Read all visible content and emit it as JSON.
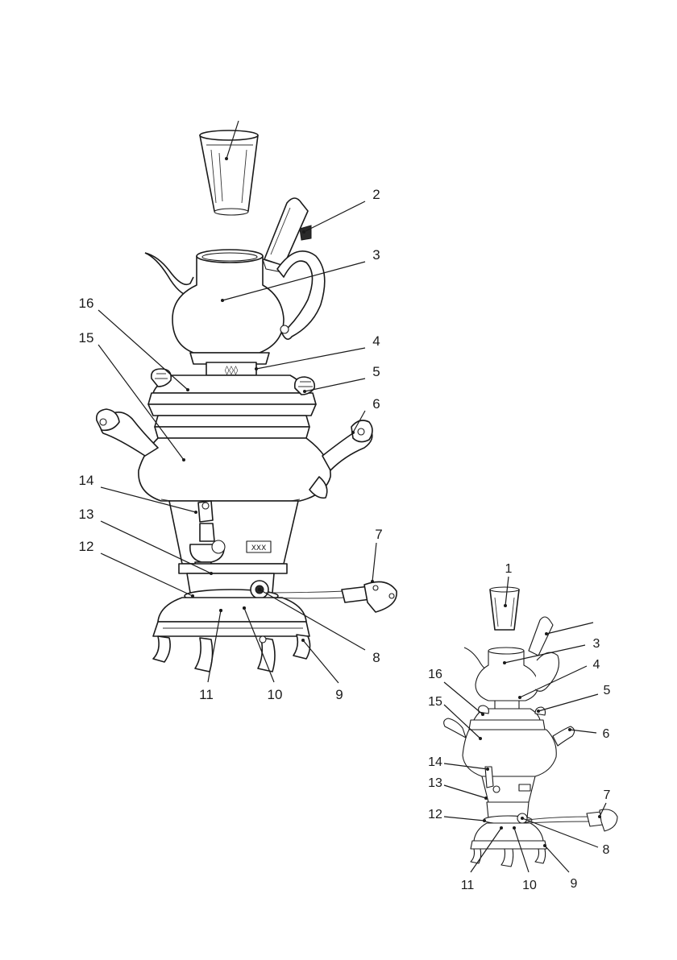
{
  "large_view": {
    "callouts": [
      {
        "label": ""
      },
      {
        "label": "2"
      },
      {
        "label": "3"
      },
      {
        "label": "4"
      },
      {
        "label": "5"
      },
      {
        "label": "6"
      },
      {
        "label": "7"
      },
      {
        "label": "8"
      },
      {
        "label": "9"
      },
      {
        "label": "10"
      },
      {
        "label": "11"
      },
      {
        "label": "12"
      },
      {
        "label": "13"
      },
      {
        "label": "14"
      },
      {
        "label": "15"
      },
      {
        "label": "16"
      }
    ]
  },
  "small_view": {
    "callouts": [
      {
        "label": "1"
      },
      {
        "label": ""
      },
      {
        "label": "3"
      },
      {
        "label": "4"
      },
      {
        "label": "5"
      },
      {
        "label": "6"
      },
      {
        "label": "7"
      },
      {
        "label": "8"
      },
      {
        "label": "9"
      },
      {
        "label": "10"
      },
      {
        "label": "11"
      },
      {
        "label": "12"
      },
      {
        "label": "13"
      },
      {
        "label": "14"
      },
      {
        "label": "15"
      },
      {
        "label": "16"
      }
    ]
  }
}
